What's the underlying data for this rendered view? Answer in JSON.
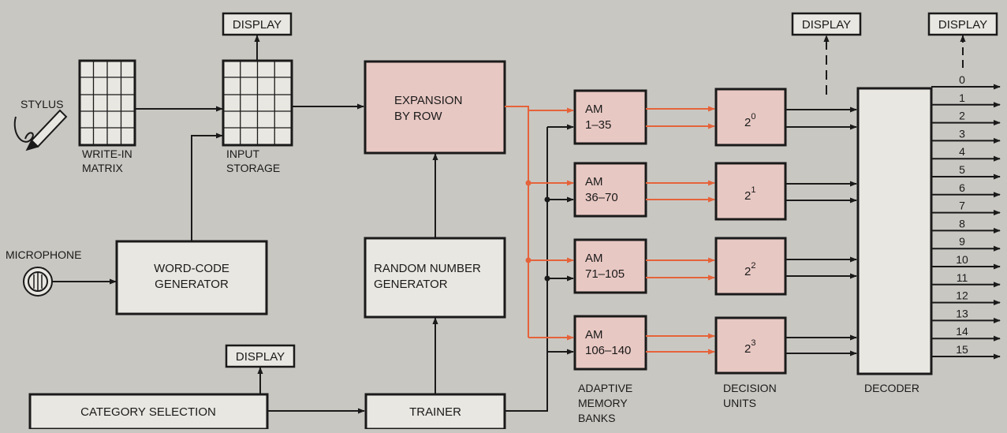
{
  "labels": {
    "stylus": "STYLUS",
    "microphone": "MICROPHONE",
    "write_in_1": "WRITE-IN",
    "write_in_2": "MATRIX",
    "input_1": "INPUT",
    "input_2": "STORAGE",
    "word_code_1": "WORD-CODE",
    "word_code_2": "GENERATOR",
    "expansion_1": "EXPANSION",
    "expansion_2": "BY ROW",
    "random_1": "RANDOM NUMBER",
    "random_2": "GENERATOR",
    "trainer": "TRAINER",
    "category": "CATEGORY SELECTION",
    "display": "DISPLAY",
    "adaptive_1": "ADAPTIVE",
    "adaptive_2": "MEMORY",
    "adaptive_3": "BANKS",
    "decision_1": "DECISION",
    "decision_2": "UNITS",
    "decoder": "DECODER"
  },
  "memory_banks": [
    {
      "l1": "AM",
      "l2": "1–35"
    },
    {
      "l1": "AM",
      "l2": "36–70"
    },
    {
      "l1": "AM",
      "l2": "71–105"
    },
    {
      "l1": "AM",
      "l2": "106–140"
    }
  ],
  "decision_units": [
    {
      "base": "2",
      "exp": "0"
    },
    {
      "base": "2",
      "exp": "1"
    },
    {
      "base": "2",
      "exp": "2"
    },
    {
      "base": "2",
      "exp": "3"
    }
  ],
  "outputs": [
    "0",
    "1",
    "2",
    "3",
    "4",
    "5",
    "6",
    "7",
    "8",
    "9",
    "10",
    "11",
    "12",
    "13",
    "14",
    "15"
  ],
  "colors": {
    "paper": "#c9c7c2",
    "box": "#e9e7e1",
    "pink": "#e8c8c3",
    "signal": "#e5633a",
    "ink": "#1a1a1a"
  }
}
